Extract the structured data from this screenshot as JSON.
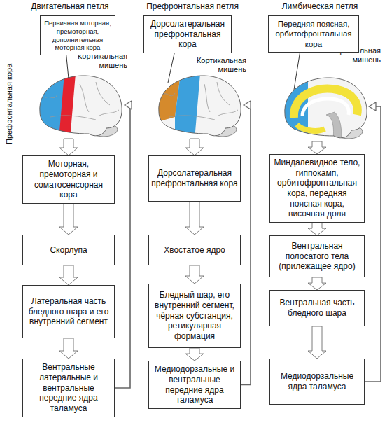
{
  "diagram": {
    "nodes": [
      {
        "text": [
          "Первичная моторная, премоторная, дополнительная моторная кора"
        ]
      },
      {
        "text": [
          "Моторная, премоторная и соматосенсорная кора"
        ]
      },
      {
        "text": [
          "Скорлупа"
        ]
      },
      {
        "text": [
          "Латеральная часть бледного шара и его внутренний сегмент"
        ]
      },
      {
        "text": [
          "Вентральные латеральные и вентральные передние ядра таламуса"
        ]
      },
      {
        "text": [
          "Дорсолатеральная префронтальная кора"
        ]
      },
      {
        "text": [
          "Дорсолатеральная префронтальная кора"
        ]
      },
      {
        "text": [
          "Хвостатое ядро"
        ]
      },
      {
        "text": [
          "Бледный шар, его внутренний сегмент, чёрная субстанция, ретикулярная формация"
        ]
      },
      {
        "text": [
          "Медиодорзальные и вентральные передние ядра таламуса"
        ]
      },
      {
        "text": [
          "Передняя поясная, орбитофронтальная кора"
        ]
      },
      {
        "text": [
          "Миндалевидное тело, гиппокамп, орбитофронтальная кора, передняя поясная кора, височная доля"
        ]
      },
      {
        "text": [
          "Вентральная полосатого тела (прилежащее ядро)"
        ]
      },
      {
        "text": [
          "Вентральная часть бледного шара"
        ]
      },
      {
        "text": [
          "Медиодорзальные ядра таламуса"
        ]
      }
    ],
    "edges": [
      {
        "from": 1,
        "to": 2,
        "arrow": "to"
      },
      {
        "from": 2,
        "to": 3,
        "arrow": "to"
      },
      {
        "from": 3,
        "to": 4,
        "arrow": "to"
      },
      {
        "from": 6,
        "to": 7,
        "arrow": "to"
      },
      {
        "from": 7,
        "to": 8,
        "arrow": "to"
      },
      {
        "from": 8,
        "to": 9,
        "arrow": "to"
      },
      {
        "from": 11,
        "to": 12,
        "arrow": "to"
      },
      {
        "from": 12,
        "to": 13,
        "arrow": "to"
      },
      {
        "from": 13,
        "to": 14,
        "arrow": "to"
      }
    ],
    "labels": [
      "Двигательная петля",
      "Префронтальная петля",
      "Лимбическая петля",
      "Префронтальная кора",
      "Кортикальная мишень",
      "Кортикальная мишень",
      "Кортикальная мишень"
    ]
  }
}
